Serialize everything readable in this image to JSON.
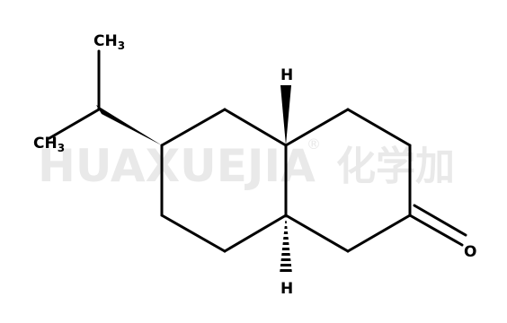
{
  "watermark": {
    "text": "HUAXUEJIA",
    "registered": "®",
    "chinese": "化学加"
  },
  "atoms": {
    "ch3_top": {
      "main": "CH",
      "sub": "3"
    },
    "ch3_left": {
      "main": "CH",
      "sub": "3"
    },
    "h_top": "H",
    "h_bottom": "H",
    "oxygen": "O"
  },
  "colors": {
    "bond": "#000000",
    "watermark": "#e9e9e9"
  }
}
